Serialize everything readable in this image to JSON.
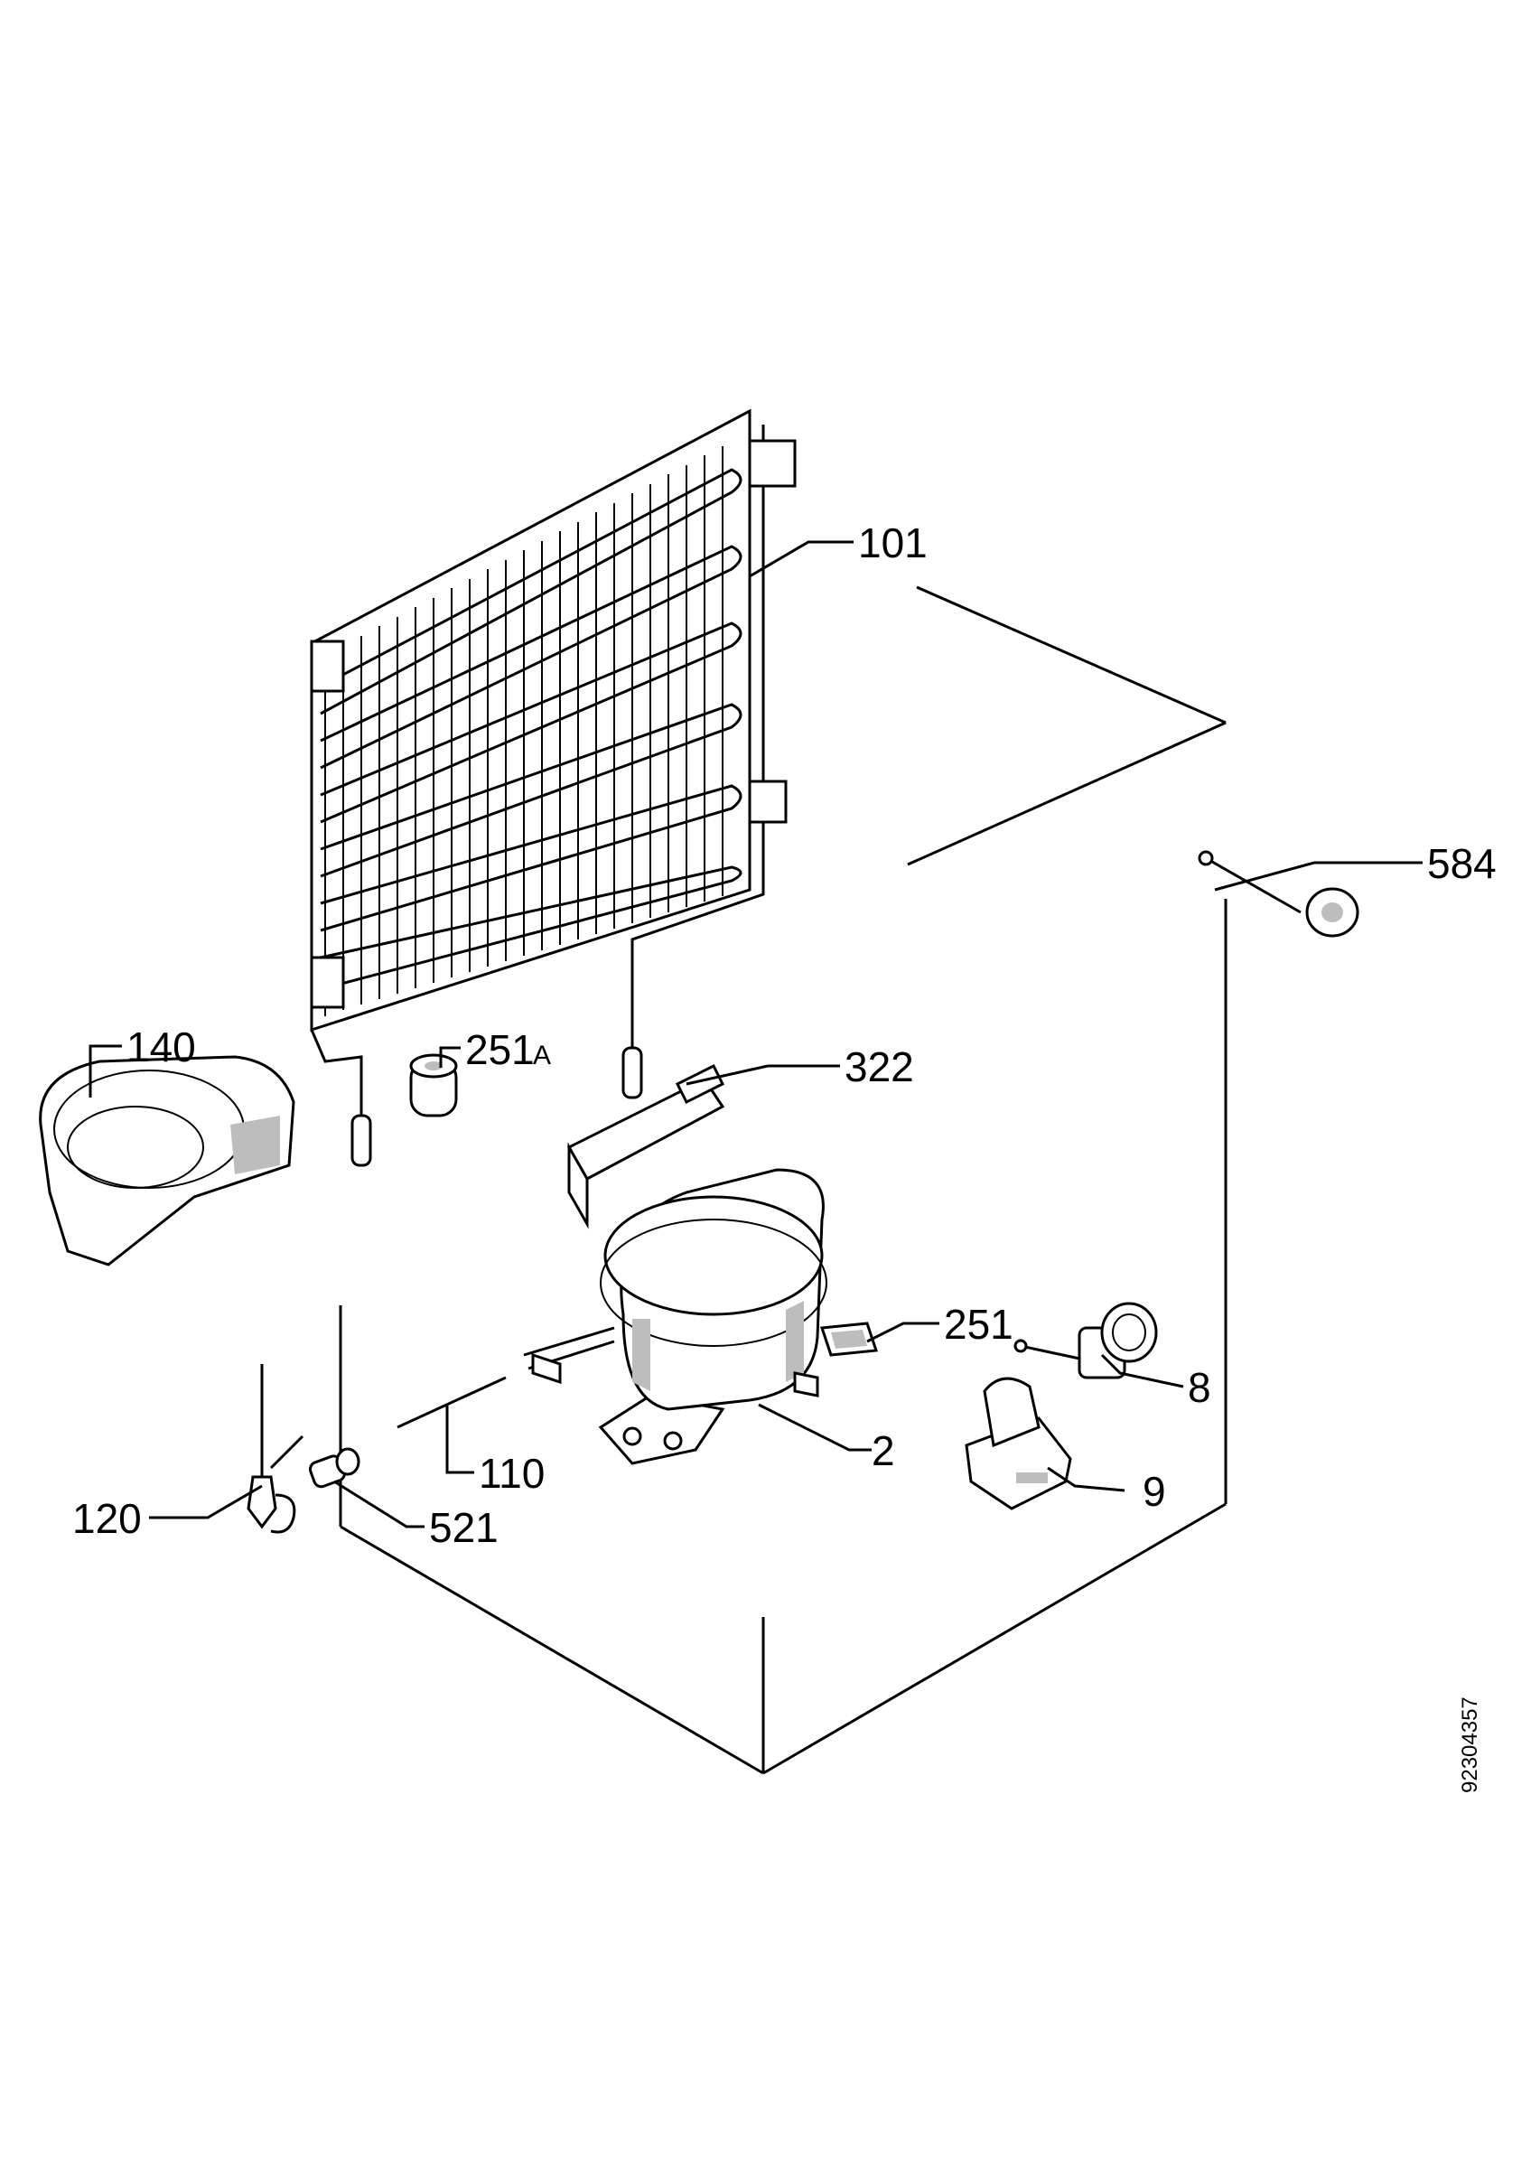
{
  "diagram": {
    "callouts": [
      {
        "id": "101",
        "label": "101"
      },
      {
        "id": "584",
        "label": "584"
      },
      {
        "id": "140",
        "label": "140"
      },
      {
        "id": "251A",
        "label": "251",
        "suffix": "A"
      },
      {
        "id": "322",
        "label": "322"
      },
      {
        "id": "251",
        "label": "251"
      },
      {
        "id": "8",
        "label": "8"
      },
      {
        "id": "2",
        "label": "2"
      },
      {
        "id": "9",
        "label": "9"
      },
      {
        "id": "110",
        "label": "110"
      },
      {
        "id": "120",
        "label": "120"
      },
      {
        "id": "521",
        "label": "521"
      }
    ],
    "document_number": "92304357"
  }
}
